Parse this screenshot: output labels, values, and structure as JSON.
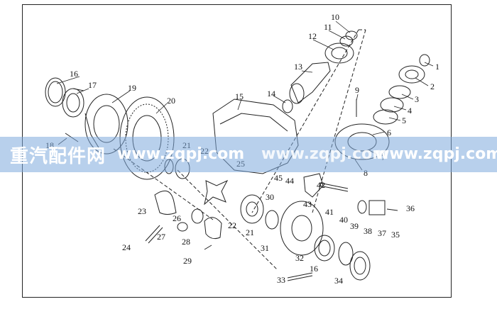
{
  "diagram": {
    "callouts": [
      "1",
      "2",
      "3",
      "4",
      "5",
      "6",
      "7",
      "8",
      "9",
      "10",
      "11",
      "12",
      "13",
      "14",
      "15",
      "16",
      "17",
      "19",
      "20",
      "21",
      "22",
      "23",
      "24",
      "25",
      "26",
      "27",
      "28",
      "29",
      "30",
      "31",
      "32",
      "33",
      "34",
      "35",
      "36",
      "37",
      "38",
      "39",
      "40",
      "41",
      "42",
      "43",
      "44",
      "45",
      "16",
      "18",
      "21",
      "22"
    ]
  },
  "watermark": {
    "brand": "重汽配件网",
    "urls": [
      "www.zqpj.com",
      "www.zqpj.com",
      "www.zqpj.com"
    ],
    "overlay_color": "#7DAADC"
  }
}
